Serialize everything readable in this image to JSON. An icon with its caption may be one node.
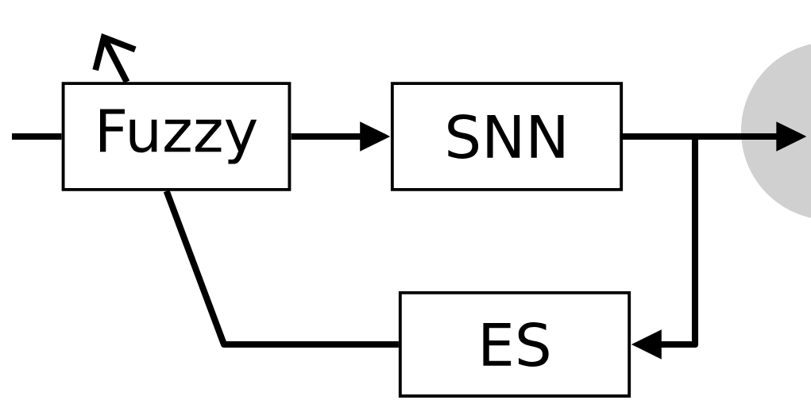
{
  "diagram": {
    "nodes": [
      {
        "text": [
          "Fuzzy"
        ]
      },
      {
        "text": [
          "SNN"
        ]
      },
      {
        "text": [
          "ES"
        ]
      },
      {
        "text": [],
        "shape": "circle"
      }
    ],
    "edges": [
      {
        "from": null,
        "to": 0,
        "arrow": "none"
      },
      {
        "from": 0,
        "to": null,
        "arrow": "to"
      },
      {
        "from": 0,
        "to": 1,
        "arrow": "to"
      },
      {
        "from": 1,
        "to": 3,
        "arrow": "to"
      },
      {
        "from": 1,
        "to": 2,
        "arrow": "to"
      },
      {
        "from": 2,
        "to": 0,
        "arrow": "none"
      }
    ]
  }
}
